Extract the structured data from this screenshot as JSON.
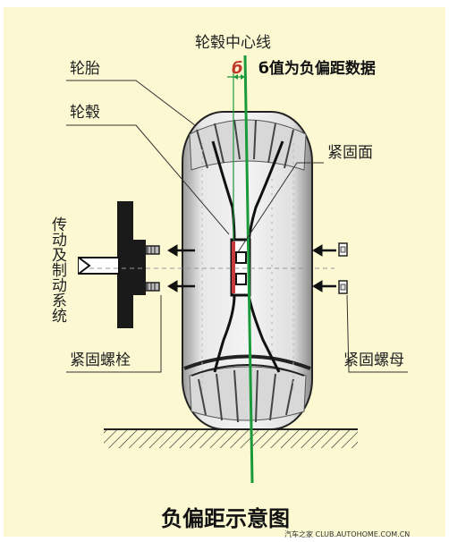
{
  "labels": {
    "hub_centerline": "轮毂中心线",
    "tire": "轮胎",
    "hub": "轮毂",
    "mounting_face": "紧固面",
    "drive_brake_system": "传动及制动系统",
    "fastening_bolt": "紧固螺栓",
    "fastening_nut": "紧固螺母",
    "offset_symbol": "б",
    "offset_note": "б值为负偏距数据"
  },
  "title": "负偏距示意图",
  "watermark": "汽车之家 CLUB.AUTOHOME.COM.CN",
  "colors": {
    "background": "#fbf8d2",
    "centerline": "#1a9a3a",
    "text_blue": "#1d4f8c",
    "hub_red": "#c83a3a",
    "offset_red": "#c0392b"
  }
}
